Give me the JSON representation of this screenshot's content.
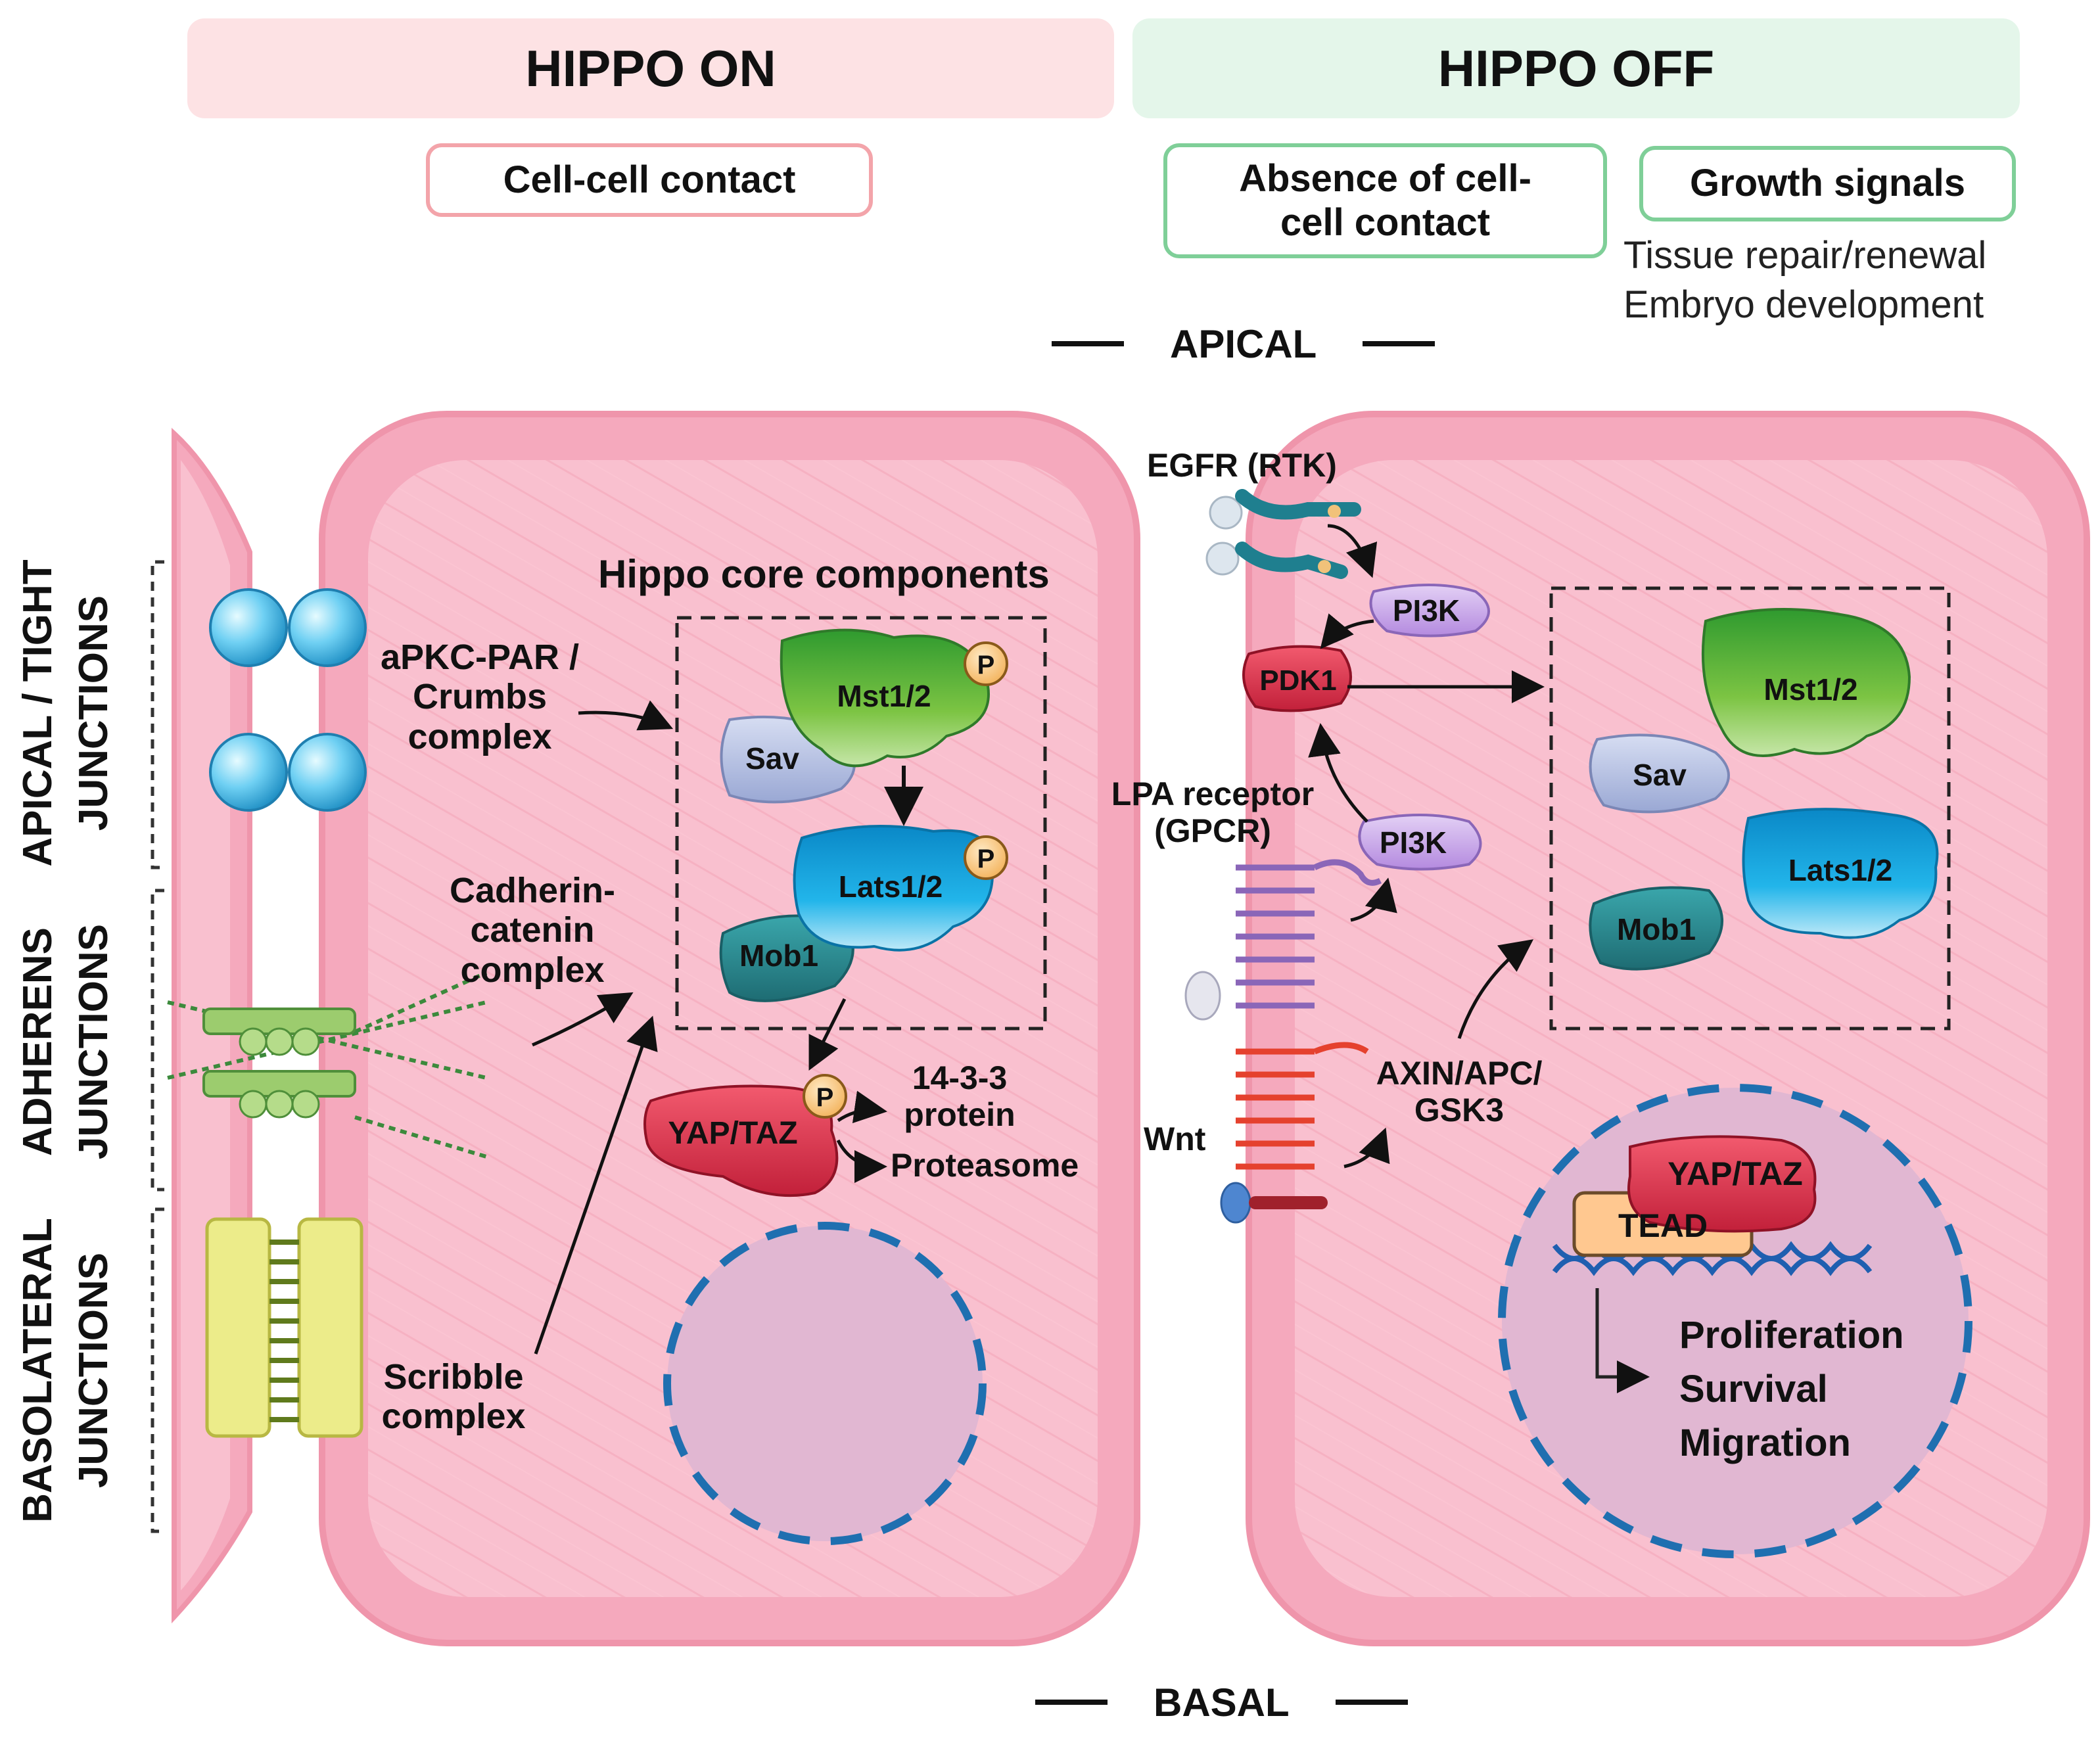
{
  "headers": {
    "hippo_on": "HIPPO ON",
    "hippo_off": "HIPPO OFF"
  },
  "conditions": {
    "cell_contact": "Cell-cell contact",
    "absence_contact_line1": "Absence of cell-",
    "absence_contact_line2": "cell contact",
    "growth_signals": "Growth signals",
    "growth_note_1": "Tissue repair/renewal",
    "growth_note_2": "Embryo development"
  },
  "axis": {
    "apical": "APICAL",
    "basal": "BASAL"
  },
  "junctions": {
    "apical_line1": "APICAL / TIGHT",
    "apical_line2": "JUNCTIONS",
    "adherens_line1": "ADHERENS",
    "adherens_line2": "JUNCTIONS",
    "basolateral_line1": "BASOLATERAL",
    "basolateral_line2": "JUNCTIONS"
  },
  "left_cell": {
    "core_title": "Hippo core components",
    "apkc_line1": "aPKC-PAR /",
    "apkc_line2": "Crumbs",
    "apkc_line3": "complex",
    "cadherin_line1": "Cadherin-",
    "cadherin_line2": "catenin",
    "cadherin_line3": "complex",
    "scribble_line1": "Scribble",
    "scribble_line2": "complex",
    "mst": "Mst1/2",
    "sav": "Sav",
    "lats": "Lats1/2",
    "mob": "Mob1",
    "p": "P",
    "yap": "YAP/TAZ",
    "protein_line1": "14-3-3",
    "protein_line2": "protein",
    "proteasome": "Proteasome"
  },
  "right_cell": {
    "egfr": "EGFR (RTK)",
    "pi3k": "PI3K",
    "pdk1": "PDK1",
    "lpa_line1": "LPA receptor",
    "lpa_line2": "(GPCR)",
    "wnt": "Wnt",
    "axin_line1": "AXIN/APC/",
    "axin_line2": "GSK3",
    "mst": "Mst1/2",
    "sav": "Sav",
    "lats": "Lats1/2",
    "mob": "Mob1",
    "yap": "YAP/TAZ",
    "tead": "TEAD",
    "out_1": "Proliferation",
    "out_2": "Survival",
    "out_3": "Migration"
  },
  "colors": {
    "cell_fill": "#f7b9c8",
    "header_on": "#fde2e4",
    "header_off": "#e4f6ea",
    "border_on": "#f3a4aa",
    "border_off": "#7fcf98",
    "mst_green": "#7cc443",
    "lats_blue": "#22b5ea",
    "sav_lavender": "#b7c3e6",
    "mob_teal": "#2f8f96",
    "yap_red": "#e4344c",
    "pi3k_lilac": "#c9a6e8",
    "nucleus_blue": "#1f6fb0",
    "tead_orange": "#ffc890"
  }
}
